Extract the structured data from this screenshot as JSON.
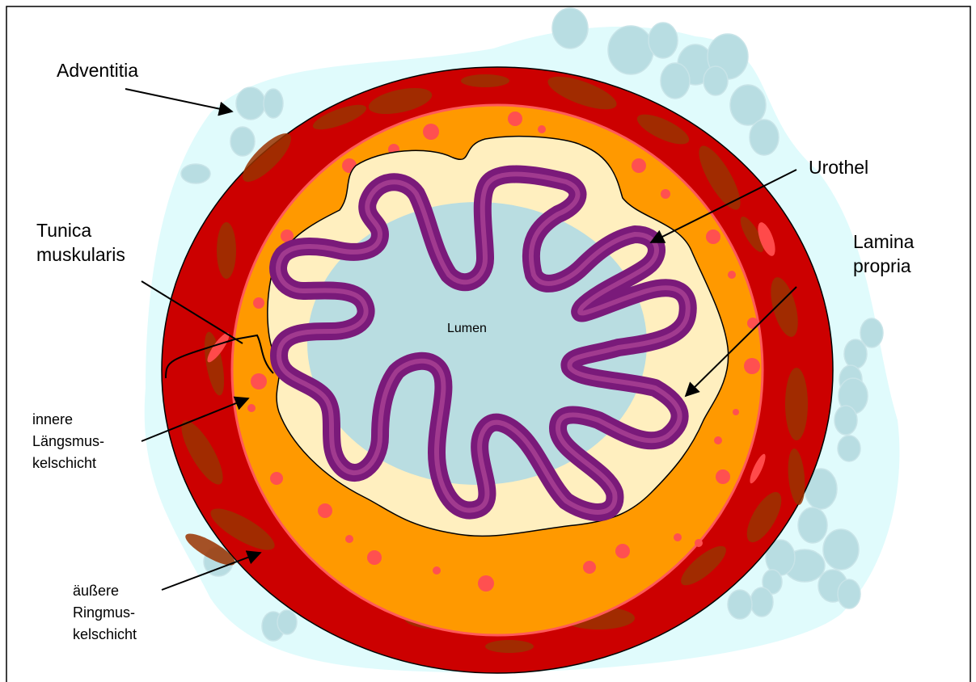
{
  "labels": {
    "adventitia": "Adventitia",
    "tunica_1": "Tunica",
    "tunica_2": "muskularis",
    "innere_1": "innere",
    "innere_2": "Längsmus-",
    "innere_3": "kelschicht",
    "aeussere_1": "äußere",
    "aeussere_2": "Ringmus-",
    "aeussere_3": "kelschicht",
    "urothel": "Urothel",
    "lamina_1": "Lamina",
    "lamina_2": "propria",
    "lumen": "Lumen"
  },
  "colors": {
    "adventitia": "#e0fbfc",
    "fat_cells": "#b8dde2",
    "outer_muscle": "#cc0000",
    "muscle_fibers": "#993300",
    "inner_muscle": "#ff9900",
    "vessels": "#ff5050",
    "lamina_propria": "#ffefbf",
    "urothel": "#7a1a7a",
    "urothel_highlight": "#a13a8f",
    "lumen": "#b9dde1"
  }
}
